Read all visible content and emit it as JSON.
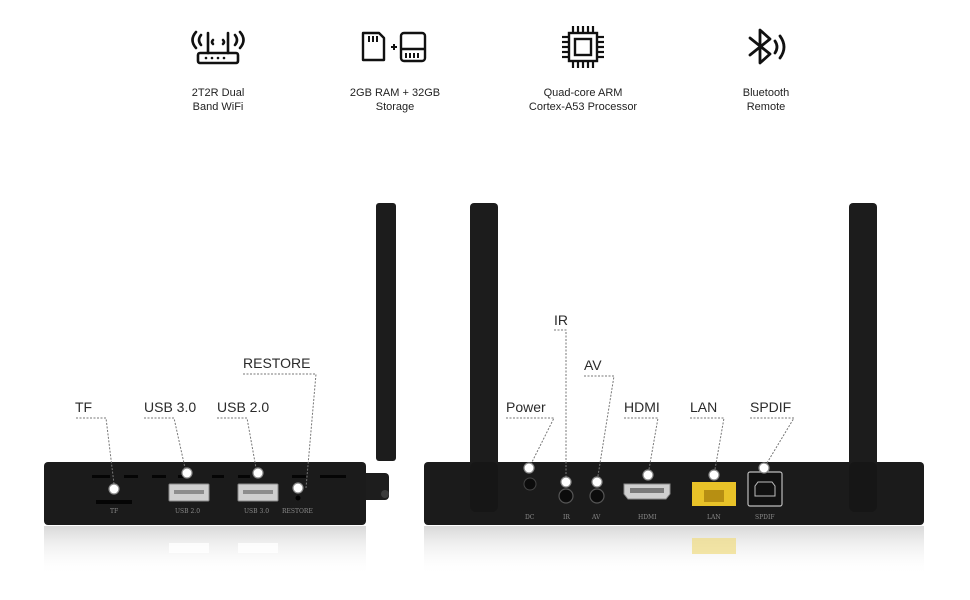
{
  "features": [
    {
      "icon": "wifi-router-icon",
      "line1": "2T2R Dual",
      "line2": "Band WiFi"
    },
    {
      "icon": "memory-storage-icon",
      "line1": "2GB RAM + 32GB",
      "line2": "Storage"
    },
    {
      "icon": "processor-chip-icon",
      "line1": "Quad-core ARM",
      "line2": "Cortex-A53 Processor"
    },
    {
      "icon": "bluetooth-icon",
      "line1": "Bluetooth",
      "line2": "Remote"
    }
  ],
  "side_callouts": {
    "tf": "TF",
    "usb30": "USB 3.0",
    "usb20": "USB 2.0",
    "restore": "RESTORE"
  },
  "side_port_labels": {
    "tf": "TF",
    "usb_a": "USB 2.0",
    "usb_b": "USB 3.0",
    "restore": "RESTORE"
  },
  "back_callouts": {
    "power": "Power",
    "ir": "IR",
    "av": "AV",
    "hdmi": "HDMI",
    "lan": "LAN",
    "spdif": "SPDIF"
  },
  "back_port_labels": {
    "dc": "DC",
    "ir": "IR",
    "av": "AV",
    "hdmi": "HDMI",
    "lan": "LAN",
    "spdif": "SPDIF"
  },
  "colors": {
    "device_body": "#1b1b1b",
    "lan_port": "#e8c228",
    "callout_dot": "#ffffff"
  }
}
